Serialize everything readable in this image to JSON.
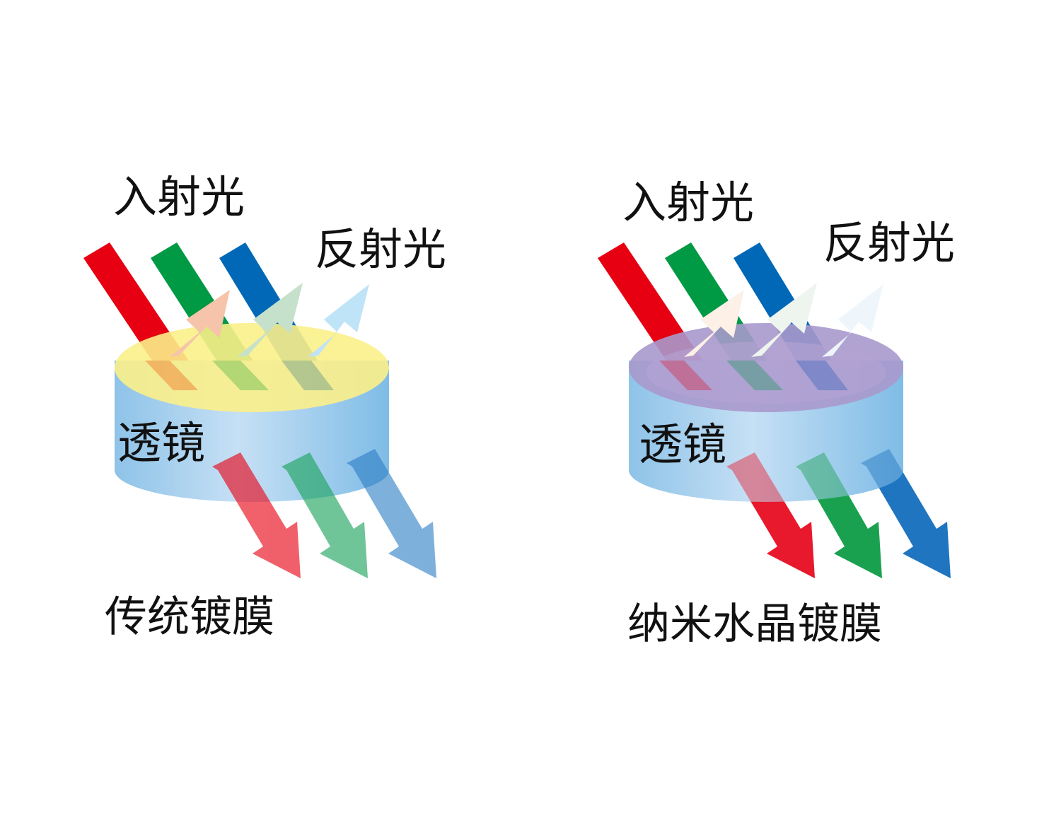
{
  "colors": {
    "red": "#e60012",
    "green": "#009944",
    "blue": "#0068b7",
    "lens_side": "#8ec3e8",
    "lens_side_light": "#c6e0f5",
    "traditional_coating": "#fbf08a",
    "nano_coating": "#a899cc"
  },
  "panels": [
    {
      "id": "traditional",
      "incident_label": "入射光",
      "reflected_label": "反射光",
      "lens_label": "透镜",
      "caption": "传统镀膜",
      "reflection": "strong",
      "transmission": "weak"
    },
    {
      "id": "nano",
      "incident_label": "入射光",
      "reflected_label": "反射光",
      "lens_label": "透镜",
      "caption": "纳米水晶镀膜",
      "reflection": "weak",
      "transmission": "strong"
    }
  ]
}
